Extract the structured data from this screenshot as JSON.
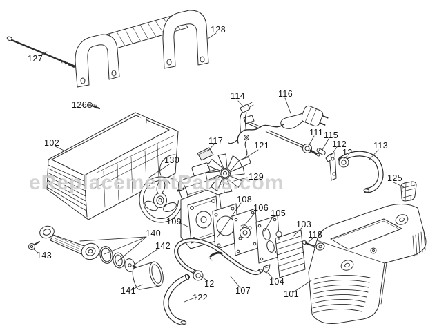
{
  "watermark": {
    "text": "eReplacementParts.com"
  },
  "colors": {
    "line": "#2b2b2b",
    "label": "#141414",
    "watermark": "#a8a8a8",
    "background": "#ffffff"
  },
  "diagram_type": "exploded-parts-diagram",
  "callouts": [
    {
      "text": "127"
    },
    {
      "text": "128"
    },
    {
      "text": "126"
    },
    {
      "text": "102"
    },
    {
      "text": "117"
    },
    {
      "text": "130"
    },
    {
      "text": "129"
    },
    {
      "text": "121"
    },
    {
      "text": "114"
    },
    {
      "text": "116"
    },
    {
      "text": "111"
    },
    {
      "text": "115"
    },
    {
      "text": "112"
    },
    {
      "text": "12"
    },
    {
      "text": "113"
    },
    {
      "text": "125"
    },
    {
      "text": "108"
    },
    {
      "text": "106"
    },
    {
      "text": "105"
    },
    {
      "text": "103"
    },
    {
      "text": "118"
    },
    {
      "text": "109"
    },
    {
      "text": "140"
    },
    {
      "text": "142"
    },
    {
      "text": "143"
    },
    {
      "text": "141"
    },
    {
      "text": "12"
    },
    {
      "text": "122"
    },
    {
      "text": "107"
    },
    {
      "text": "104"
    },
    {
      "text": "101"
    }
  ]
}
